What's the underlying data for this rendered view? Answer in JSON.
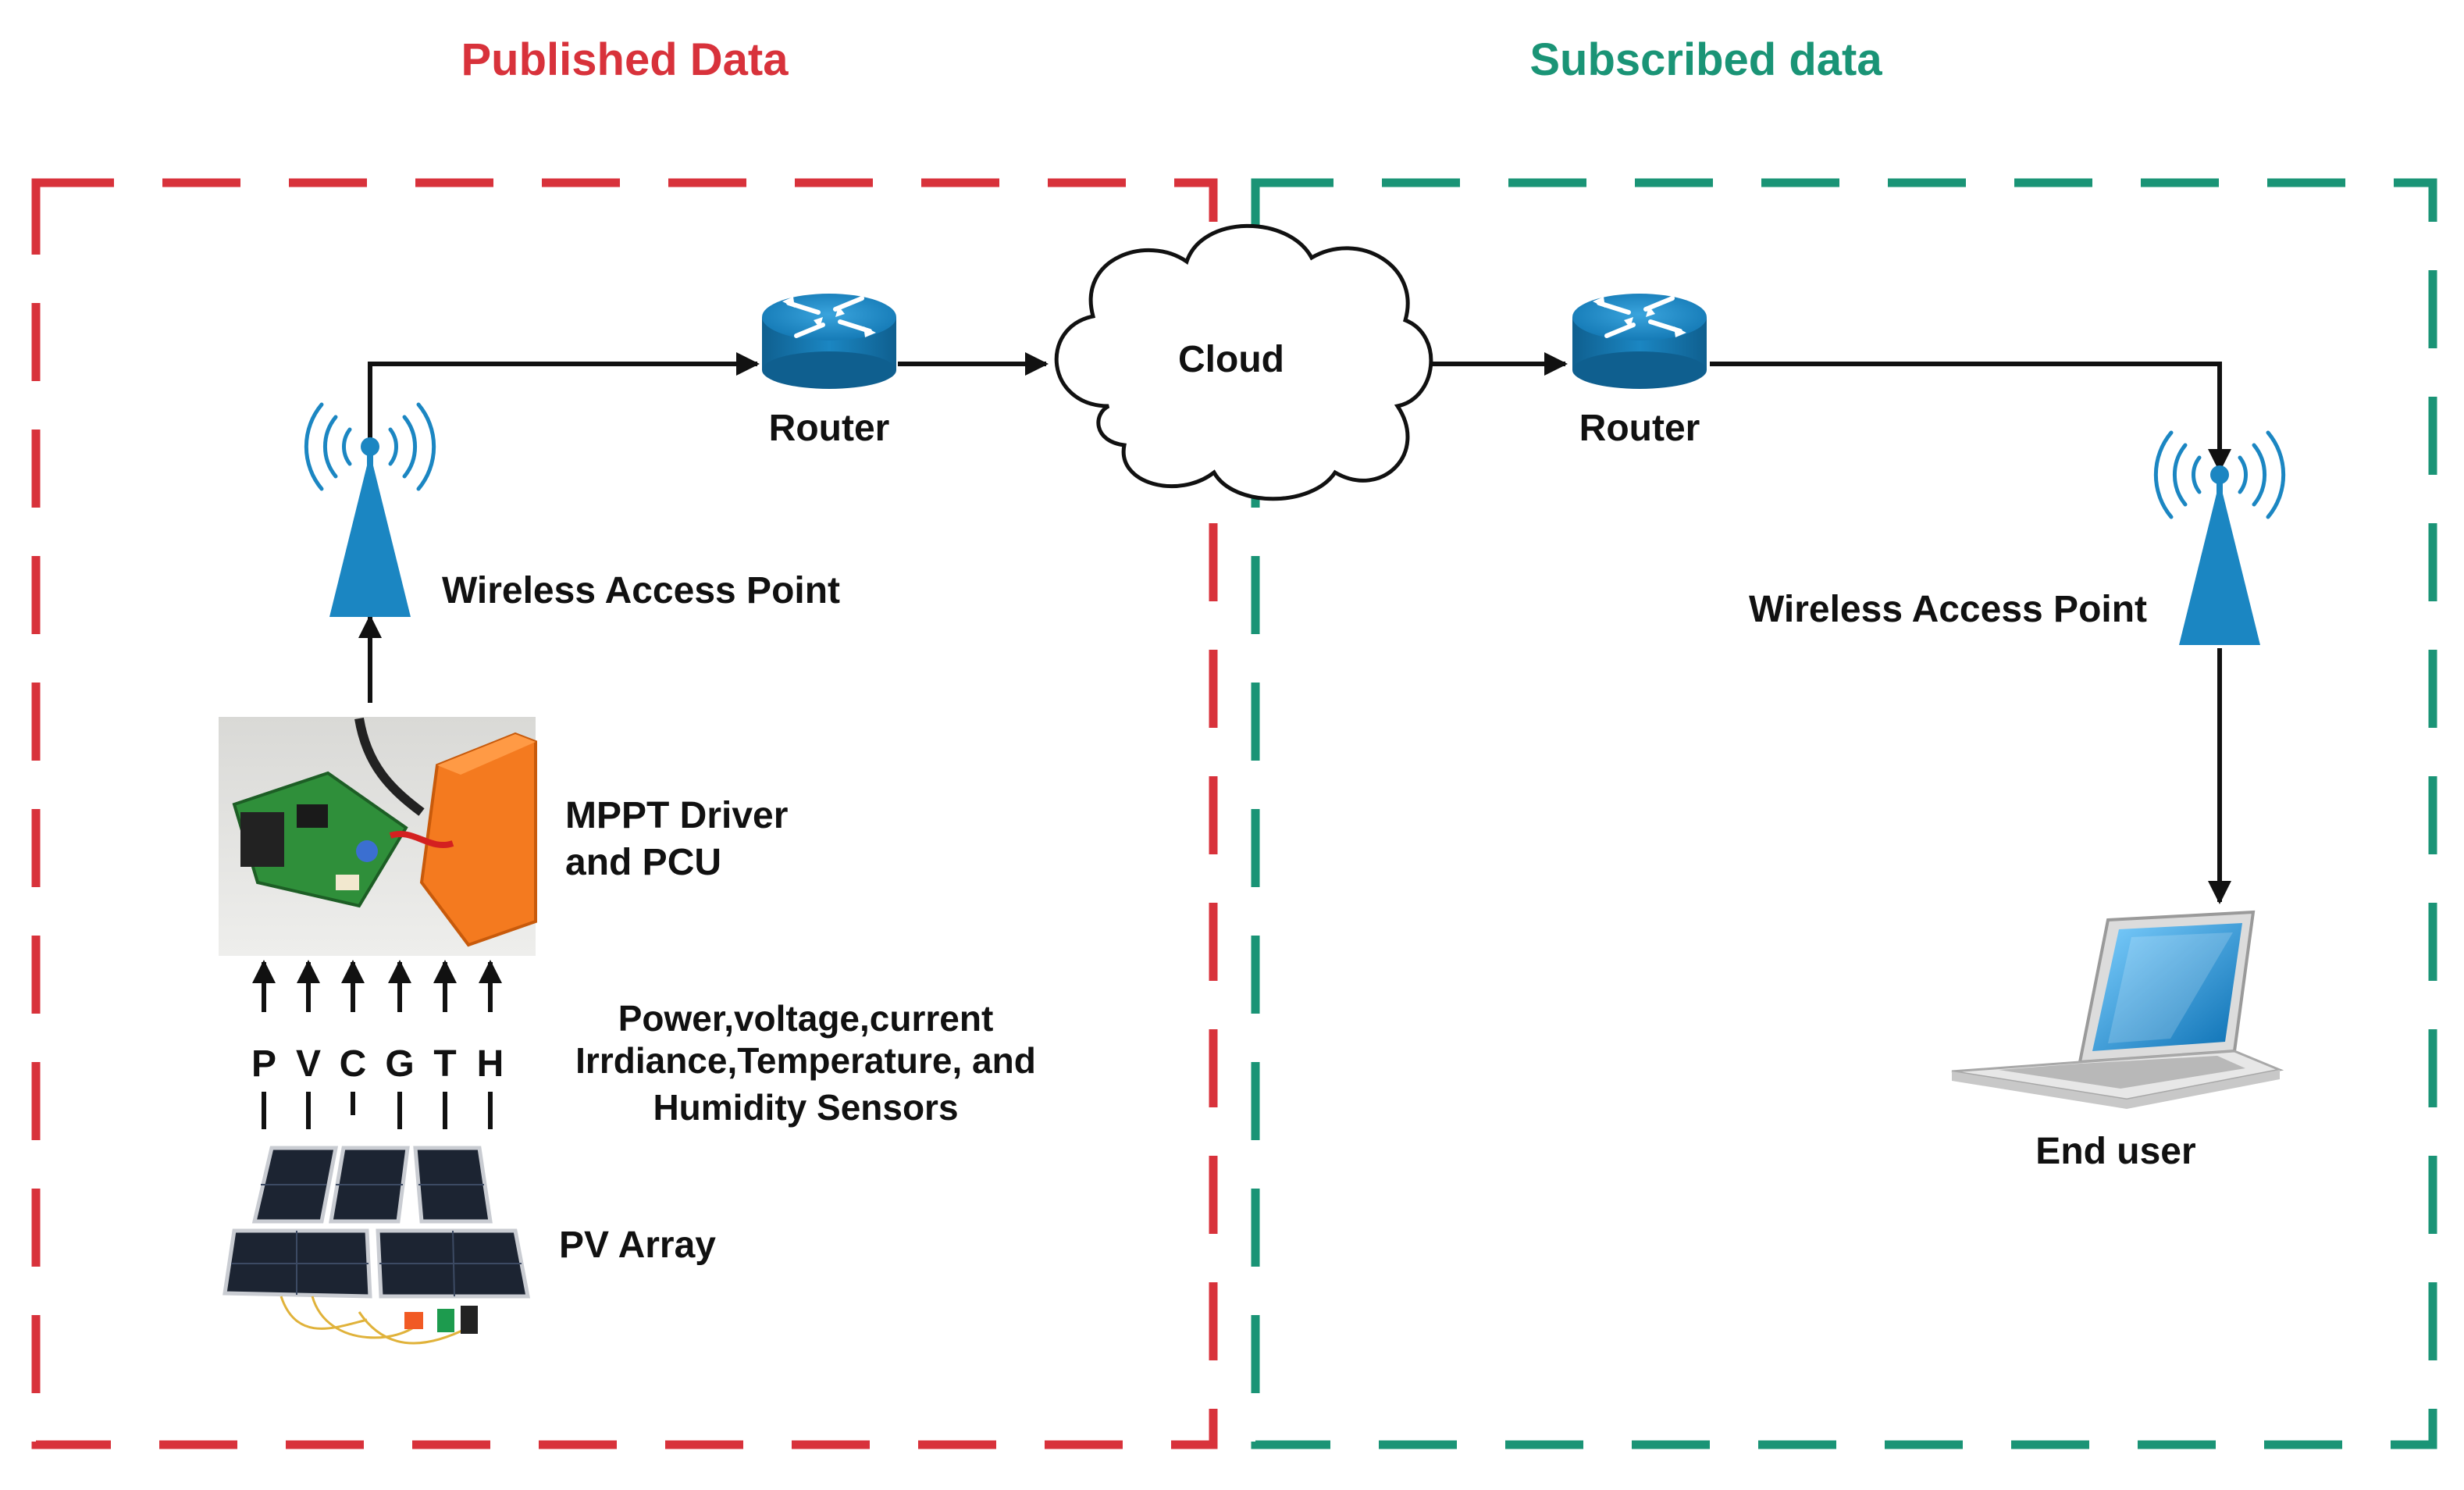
{
  "colors": {
    "published": "#d8323b",
    "subscribed": "#1a9476",
    "device": "#1b86c2",
    "device_dark": "#0f5f8f",
    "line": "#111111"
  },
  "headings": {
    "published": "Published Data",
    "subscribed": "Subscribed data"
  },
  "nodes": {
    "cloud": "Cloud",
    "router_left": "Router",
    "router_right": "Router",
    "wap_left": "Wireless Access Point",
    "wap_right": "Wireless Access Point",
    "mppt_line1": "MPPT Driver",
    "mppt_line2": "and  PCU",
    "pv_array": "PV Array",
    "end_user": "End user"
  },
  "sensors": {
    "letters": [
      "P",
      "V",
      "C",
      "G",
      "T",
      "H"
    ],
    "desc_line1": "Power,voltage,current",
    "desc_line2": "Irrdiance,Temperature, and",
    "desc_line3": "Humidity Sensors"
  },
  "icons": {
    "router": "router-icon",
    "cloud": "cloud-icon",
    "wap": "wireless-antenna-icon",
    "laptop": "laptop-icon",
    "mppt_board": "circuit-board-photo",
    "pv_panels": "solar-panel-photo"
  }
}
